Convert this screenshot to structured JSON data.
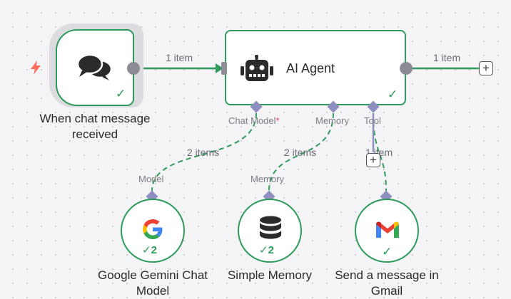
{
  "colors": {
    "accent_green": "#2e9b5c",
    "connector_purple": "#8f8fc2",
    "canvas_bg": "#f4f4f6"
  },
  "trigger": {
    "title": "When chat message received",
    "icon": "chat-bubbles-icon",
    "badge_icon": "lightning-bolt-icon"
  },
  "agent": {
    "title": "AI Agent",
    "icon": "robot-icon",
    "inputs": {
      "chat_model": "Chat Model",
      "required_mark": "*",
      "memory": "Memory",
      "tool": "Tool"
    }
  },
  "edges": {
    "trigger_to_agent": "1 item",
    "agent_output": "1 item",
    "model_link": "2 items",
    "memory_link": "2 items",
    "tool_link": "1 item"
  },
  "subnodes": [
    {
      "title": "Google Gemini Chat Model",
      "port_label": "Model",
      "icon": "google-g-icon",
      "run_count": "2"
    },
    {
      "title": "Simple Memory",
      "port_label": "Memory",
      "icon": "database-icon",
      "run_count": "2"
    },
    {
      "title": "Send a message in Gmail",
      "port_label": "",
      "icon": "gmail-icon",
      "run_count": ""
    }
  ],
  "buttons": {
    "add": "+"
  }
}
